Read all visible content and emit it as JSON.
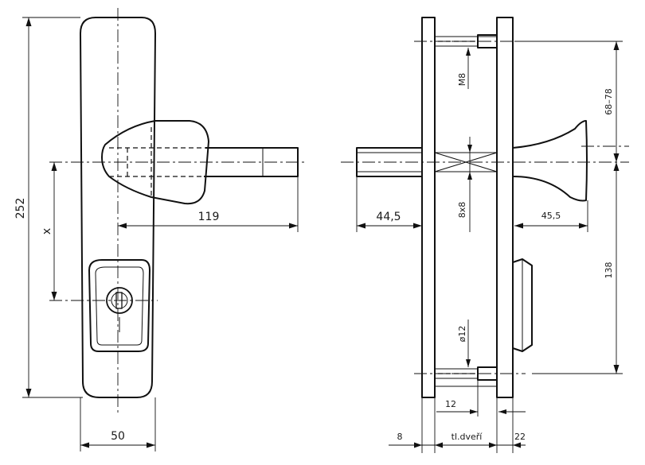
{
  "dimensions": {
    "height_total": "252",
    "handle_x": "x",
    "projection": "119",
    "width": "50",
    "spindle_out": "44,5",
    "screw": "M8",
    "square": "8x8",
    "hole": "ø12",
    "spacing_a": "68–78",
    "spacing_b": "138",
    "handle_in": "45,5",
    "plate_off": "12",
    "plate_t1": "8",
    "door": "tl.dveří",
    "plate_t2": "22"
  }
}
